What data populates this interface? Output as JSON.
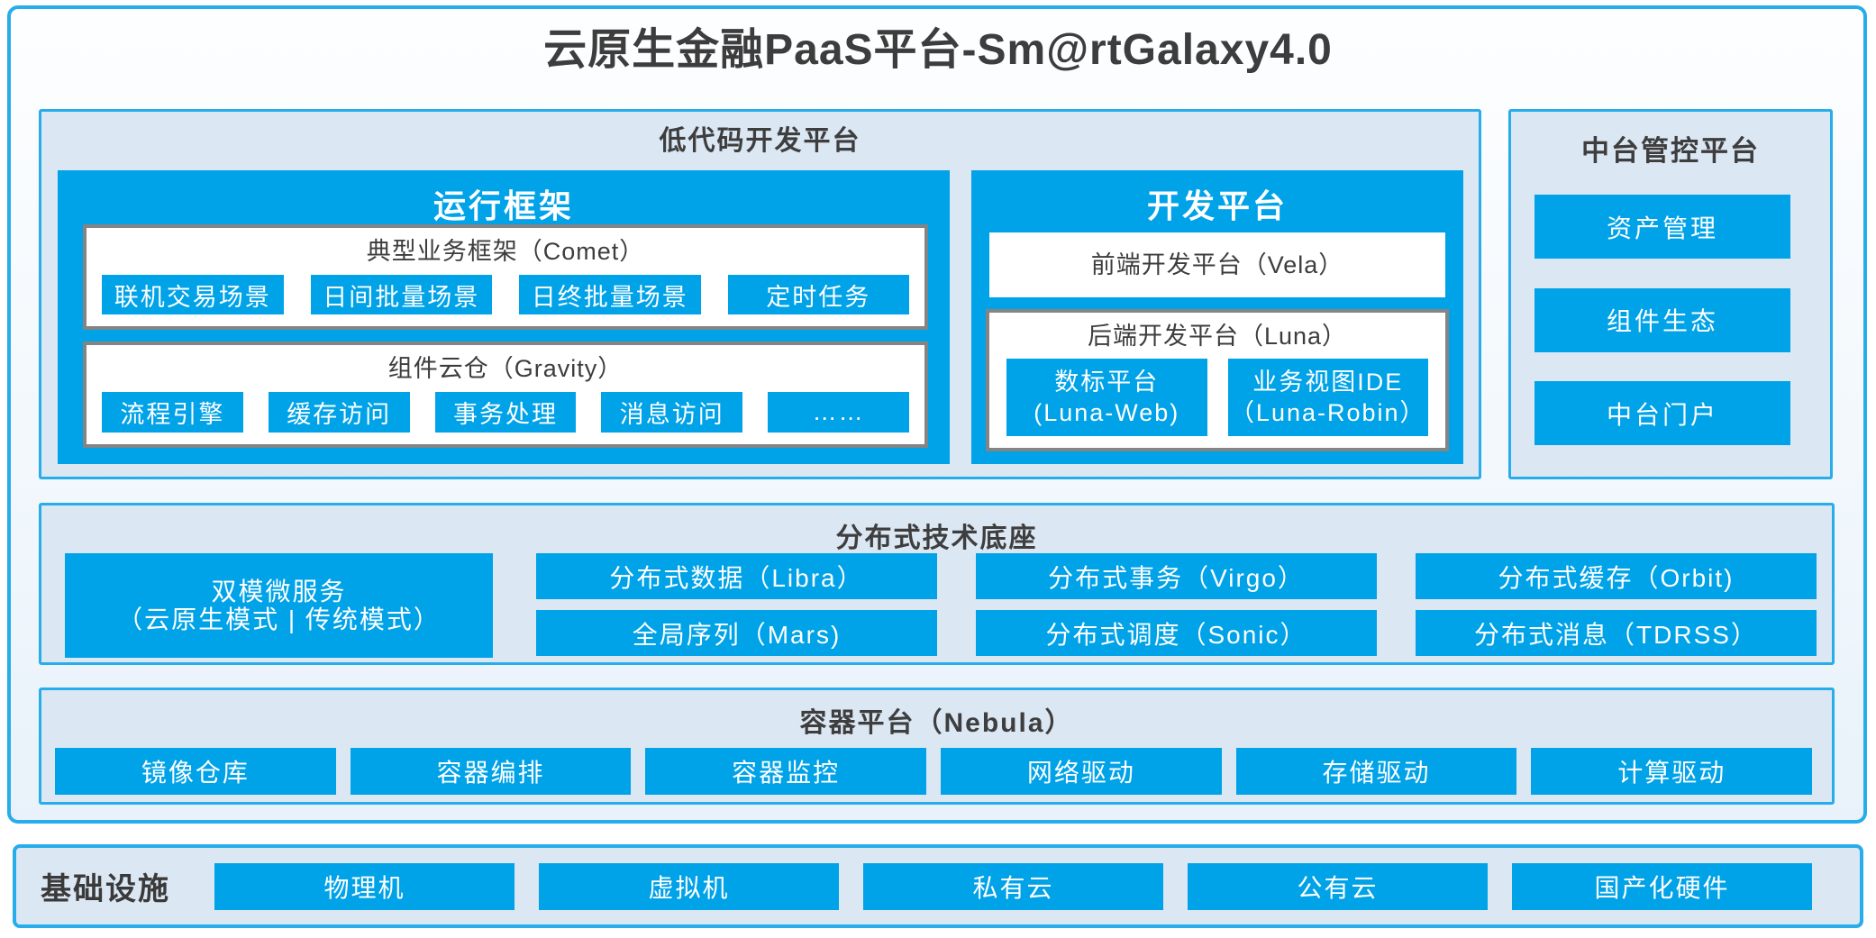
{
  "title": "云原生金融PaaS平台-Sm@rtGalaxy4.0",
  "colors": {
    "accent_blue": "#00a2e8",
    "frame_border": "#27ade9",
    "section_bg": "#dce7f4",
    "gray_border": "#848484",
    "dark_text": "#3d3d3d"
  },
  "lowcode": {
    "label": "低代码开发平台",
    "runtime": {
      "title": "运行框架",
      "comet": {
        "title": "典型业务框架（Comet）",
        "items": [
          "联机交易场景",
          "日间批量场景",
          "日终批量场景",
          "定时任务"
        ]
      },
      "gravity": {
        "title": "组件云仓（Gravity）",
        "items": [
          "流程引擎",
          "缓存访问",
          "事务处理",
          "消息访问",
          "……"
        ]
      }
    },
    "dev": {
      "title": "开发平台",
      "vela_label": "前端开发平台（Vela）",
      "luna": {
        "title": "后端开发平台（Luna）",
        "items": [
          {
            "line1": "数标平台",
            "line2": "(Luna-Web)"
          },
          {
            "line1": "业务视图IDE",
            "line2": "（Luna-Robin）"
          }
        ]
      }
    }
  },
  "midplatform": {
    "label": "中台管控平台",
    "items": [
      "资产管理",
      "组件生态",
      "中台门户"
    ]
  },
  "distributed": {
    "label": "分布式技术底座",
    "dual_mode": {
      "line1": "双模微服务",
      "line2": "（云原生模式 | 传统模式）"
    },
    "items": [
      "分布式数据（Libra）",
      "全局序列（Mars)",
      "分布式事务（Virgo）",
      "分布式调度（Sonic）",
      "分布式缓存（Orbit)",
      "分布式消息（TDRSS）"
    ]
  },
  "container_platform": {
    "label": "容器平台（Nebula）",
    "items": [
      "镜像仓库",
      "容器编排",
      "容器监控",
      "网络驱动",
      "存储驱动",
      "计算驱动"
    ]
  },
  "infrastructure": {
    "label": "基础设施",
    "items": [
      "物理机",
      "虚拟机",
      "私有云",
      "公有云",
      "国产化硬件"
    ]
  }
}
